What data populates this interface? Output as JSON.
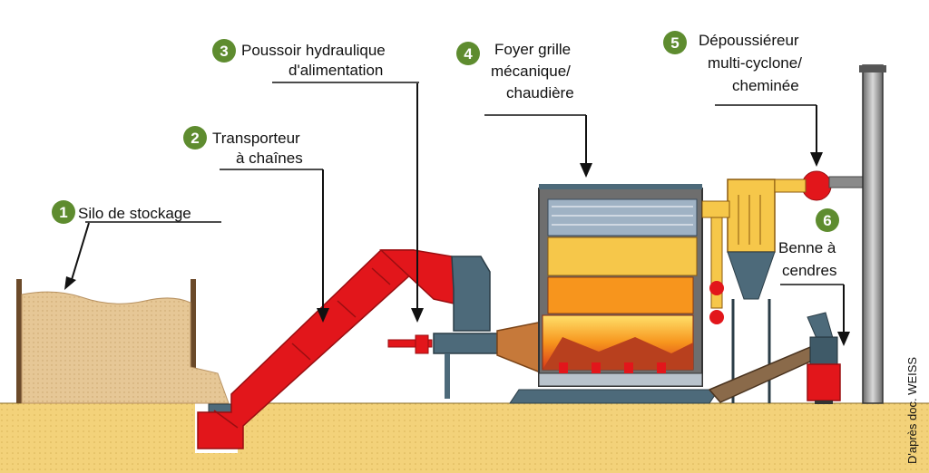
{
  "labels": {
    "silo": {
      "number": "1",
      "text": "Silo de stockage"
    },
    "conveyor": {
      "number": "2",
      "line1": "Transporteur",
      "line2": "à chaînes"
    },
    "pusher": {
      "number": "3",
      "line1": "Poussoir hydraulique",
      "line2": "d'alimentation"
    },
    "furnace": {
      "number": "4",
      "line1": "Foyer grille",
      "line2": "mécanique/",
      "line3": "chaudière"
    },
    "dust": {
      "number": "5",
      "line1": "Dépoussiéreur",
      "line2": "multi-cyclone/",
      "line3": "cheminée"
    },
    "ash": {
      "number": "6",
      "line1": "Benne à",
      "line2": "cendres"
    }
  },
  "credit": "D'après doc. WEISS",
  "colors": {
    "badge": "#5e8c2f",
    "ground": "#f3d27a",
    "conveyor_red": "#e2161b",
    "steel": "#4d6a7a",
    "boiler_gray": "#6e6e6e",
    "fire_orange": "#f7951d",
    "cyclone_yellow": "#f6c74a",
    "silo_wood": "#e6c796"
  }
}
